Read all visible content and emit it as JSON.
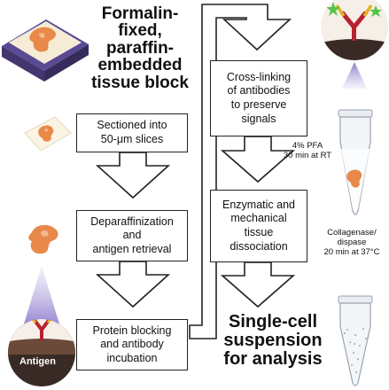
{
  "block_title": [
    "Formalin-",
    "fixed,",
    "paraffin-",
    "embedded",
    "tissue block"
  ],
  "left_steps": [
    [
      "Sectioned into",
      "50-μm slices"
    ],
    [
      "Deparaffinization",
      "and",
      "antigen retrieval"
    ],
    [
      "Protein blocking",
      "and antibody",
      "incubation"
    ]
  ],
  "right_steps": [
    [
      "Cross-linking",
      "of antibodies",
      "to preserve",
      "signals"
    ],
    [
      "Enzymatic and",
      "mechanical",
      "tissue",
      "dissociation"
    ]
  ],
  "conditions": [
    [
      "4% PFA",
      "30 min at RT"
    ],
    [
      "Collagenase/",
      "dispase",
      "20 min at 37°C"
    ]
  ],
  "antigen_label": "Antigen",
  "final_title": [
    "Single-cell",
    "suspension",
    "for analysis"
  ],
  "colors": {
    "tissue": "#e8894a",
    "tissue_light": "#f4b98c",
    "block_purple": "#5a4a93",
    "block_top": "#f6ecd6",
    "antibody_red": "#b8222e",
    "antibody_yellow": "#e3b325",
    "star_green": "#56c24a",
    "beam": "#b5a9dd",
    "cell_dark": "#3a2a25"
  }
}
